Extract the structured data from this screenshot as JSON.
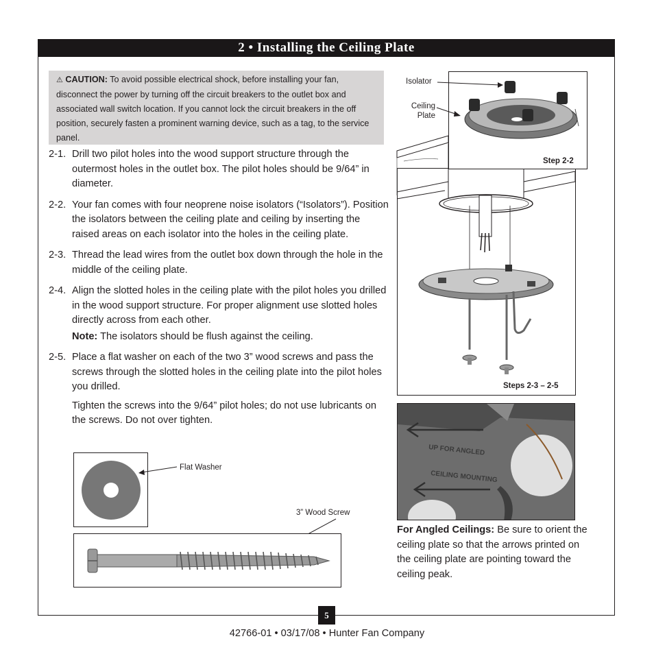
{
  "header": {
    "title": "2 • Installing the Ceiling Plate"
  },
  "caution": {
    "icon": "warning-triangle-icon",
    "label": "CAUTION:",
    "text": " To avoid possible electrical shock, before installing your fan, disconnect the power by turning off the circuit breakers to the outlet box and associated wall switch location. If you cannot lock the circuit breakers in the off position, securely fasten a prominent warning device, such as a tag, to the service panel."
  },
  "steps": [
    {
      "num": "2-1.",
      "text": "Drill two pilot holes into the wood support structure through the outermost holes in the outlet box. The pilot holes should be 9/64” in diameter."
    },
    {
      "num": "2-2.",
      "text": "Your fan comes with four neoprene noise isolators (“Isolators”). Position the isolators between the ceiling plate and ceiling by inserting the raised areas on each isolator into the holes in the ceiling plate."
    },
    {
      "num": "2-3.",
      "text": "Thread the lead wires from the outlet box down through the hole in the middle of the ceiling plate."
    },
    {
      "num": "2-4.",
      "text": "Align the slotted holes in the ceiling plate with the pilot holes you drilled in the wood support structure. For proper alignment use slotted holes directly across from each other."
    },
    {
      "num": "2-5.",
      "text": "Place a flat washer on each of the two 3” wood screws and pass the screws through the slotted holes in the ceiling plate into the pilot holes you drilled."
    }
  ],
  "note": {
    "label": "Note:",
    "text": " The isolators should be flush against the ceiling."
  },
  "tighten_text": "Tighten the screws into the 9/64” pilot holes; do not use lubricants on the screws. Do not over tighten.",
  "figures": {
    "isolator_label": "Isolator",
    "ceiling_plate_label_1": "Ceiling",
    "ceiling_plate_label_2": "Plate",
    "step_2_2_label": "Step 2-2",
    "steps_2_3_label": "Steps 2-3 – 2-5",
    "flat_washer_label": "Flat Washer",
    "wood_screw_label": "3” Wood Screw",
    "plate_text_1": "UP FOR ANGLED",
    "plate_text_2": "CEILING MOUNTING"
  },
  "angled": {
    "label": "For Angled Ceilings:",
    "text": " Be sure to orient the ceiling plate so that the arrows printed on the ceiling plate are pointing toward the ceiling peak."
  },
  "page_number": "5",
  "footer": "42766-01  •  03/17/08  •  Hunter Fan Company"
}
